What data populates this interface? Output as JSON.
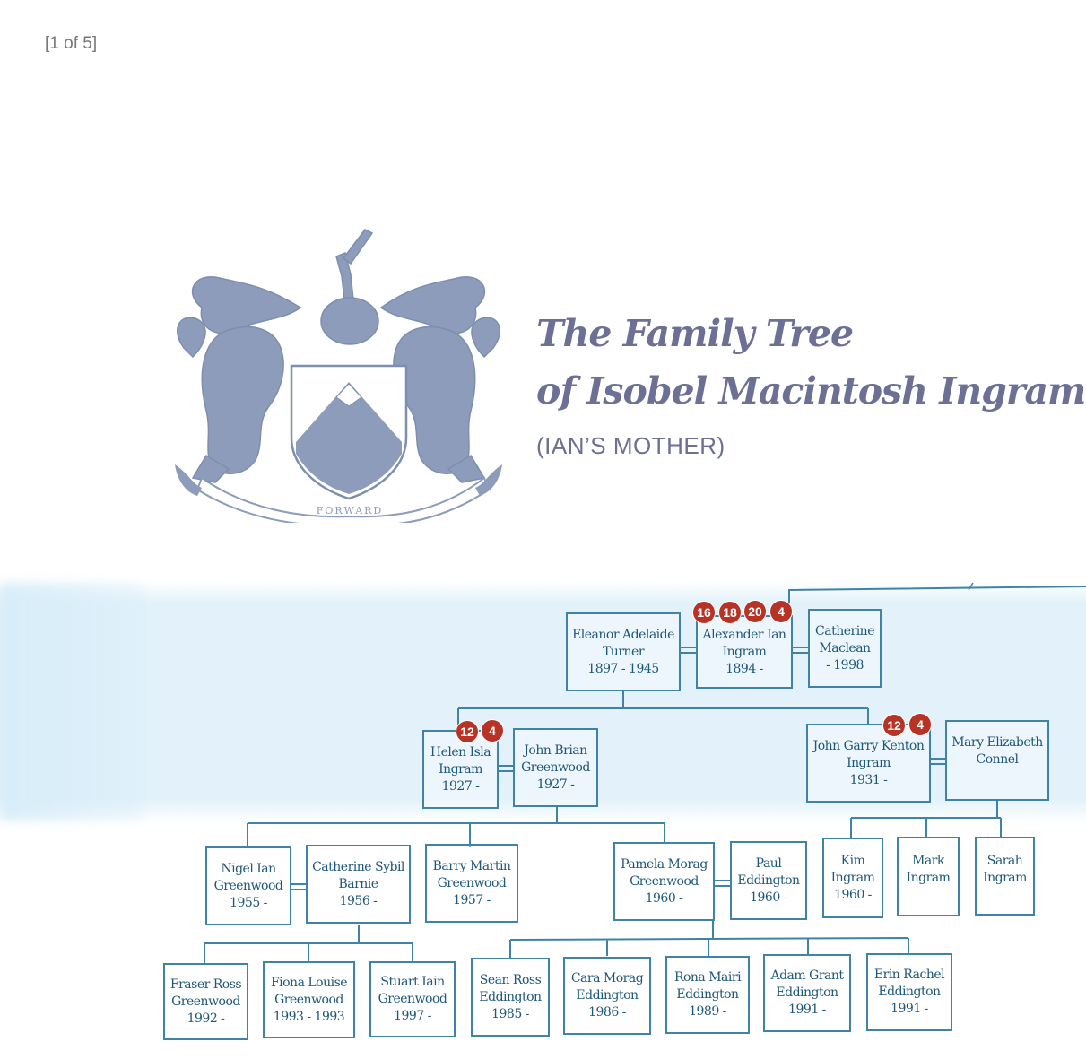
{
  "page": {
    "counter": "[1 of 5]"
  },
  "title": {
    "line1": "The Family Tree",
    "line2": "of Isobel Macintosh Ingram",
    "subtitle": "(IAN’S MOTHER)"
  },
  "crest": {
    "motto": "FORWARD",
    "color": "#8c9cba"
  },
  "colors": {
    "box_border": "#3f84a8",
    "box_text": "#1e5779",
    "badge": "#b63326",
    "title": "#6b7094"
  },
  "people": [
    {
      "id": "eleanor",
      "lines": [
        "Eleanor Adelaide",
        "Turner",
        "1897 - 1945"
      ]
    },
    {
      "id": "alexander",
      "lines": [
        "Alexander Ian",
        "Ingram",
        "1894 -"
      ],
      "badges": [
        "16",
        "18",
        "20",
        "4"
      ]
    },
    {
      "id": "catherine-maclean",
      "lines": [
        "Catherine",
        "Maclean",
        "- 1998"
      ]
    },
    {
      "id": "helen",
      "lines": [
        "Helen Isla",
        "Ingram",
        "1927 -"
      ],
      "badges": [
        "12",
        "4"
      ]
    },
    {
      "id": "john-brian",
      "lines": [
        "John Brian",
        "Greenwood",
        "1927 -"
      ]
    },
    {
      "id": "john-garry",
      "lines": [
        "John Garry Kenton",
        "Ingram",
        "1931 -"
      ],
      "badges": [
        "12",
        "4"
      ]
    },
    {
      "id": "mary",
      "lines": [
        "Mary Elizabeth",
        "Connel"
      ]
    },
    {
      "id": "nigel",
      "lines": [
        "Nigel Ian",
        "Greenwood",
        "1955 -"
      ]
    },
    {
      "id": "catherine-barnie",
      "lines": [
        "Catherine Sybil",
        "Barnie",
        "1956 -"
      ]
    },
    {
      "id": "barry",
      "lines": [
        "Barry Martin",
        "Greenwood",
        "1957 -"
      ]
    },
    {
      "id": "pamela",
      "lines": [
        "Pamela Morag",
        "Greenwood",
        "1960 -"
      ]
    },
    {
      "id": "paul",
      "lines": [
        "Paul",
        "Eddington",
        "1960 -"
      ]
    },
    {
      "id": "kim",
      "lines": [
        "Kim",
        "Ingram",
        "1960 -"
      ]
    },
    {
      "id": "mark",
      "lines": [
        "Mark",
        "Ingram"
      ]
    },
    {
      "id": "sarah",
      "lines": [
        "Sarah",
        "Ingram"
      ]
    },
    {
      "id": "fraser",
      "lines": [
        "Fraser Ross",
        "Greenwood",
        "1992 -"
      ]
    },
    {
      "id": "fiona",
      "lines": [
        "Fiona Louise",
        "Greenwood",
        "1993 - 1993"
      ]
    },
    {
      "id": "stuart",
      "lines": [
        "Stuart Iain",
        "Greenwood",
        "1997 -"
      ]
    },
    {
      "id": "sean",
      "lines": [
        "Sean Ross",
        "Eddington",
        "1985 -"
      ]
    },
    {
      "id": "cara",
      "lines": [
        "Cara Morag",
        "Eddington",
        "1986 -"
      ]
    },
    {
      "id": "rona",
      "lines": [
        "Rona Mairi",
        "Eddington",
        "1989 -"
      ]
    },
    {
      "id": "adam",
      "lines": [
        "Adam Grant",
        "Eddington",
        "1991 -"
      ]
    },
    {
      "id": "erin",
      "lines": [
        "Erin Rachel",
        "Eddington",
        "1991 -"
      ]
    }
  ]
}
